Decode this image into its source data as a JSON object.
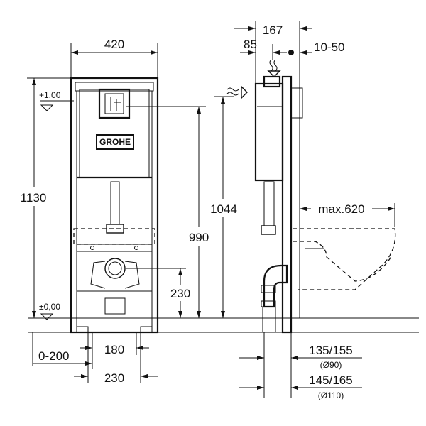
{
  "diagram": {
    "front": {
      "width_label": "420",
      "height_label": "1130",
      "level_top_label": "+1,00",
      "level_zero_label": "±0,00",
      "brand_label": "GROHE",
      "inlet_height_label": "990",
      "outlet_height_label": "230",
      "adjust_range_label": "0-200",
      "outlet_spacing_label": "180",
      "bottom_width_label": "230"
    },
    "side": {
      "top_depth_label": "167",
      "inlet_offset_label": "85",
      "wall_gap_label": "10-50",
      "overall_height_label": "1044",
      "bowl_length_label": "max.620",
      "outlet90_label": "135/155",
      "outlet90_sub_label": "(Ø90)",
      "outlet110_label": "145/165",
      "outlet110_sub_label": "(Ø110)"
    }
  }
}
